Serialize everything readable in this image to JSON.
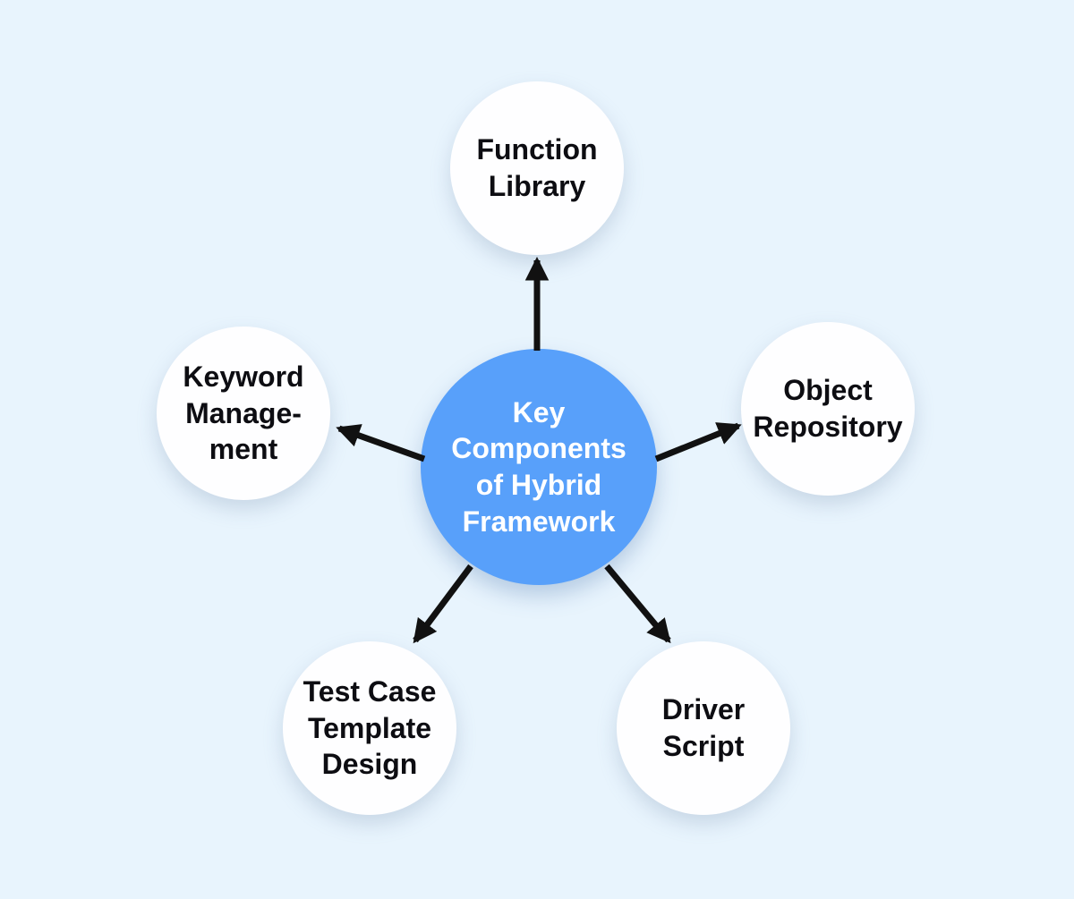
{
  "diagram": {
    "center": {
      "label": "Key\nComponents\nof Hybrid\nFramework"
    },
    "nodes": [
      {
        "id": "function-library",
        "label": "Function\nLibrary"
      },
      {
        "id": "object-repository",
        "label": "Object\nRepository"
      },
      {
        "id": "driver-script",
        "label": "Driver\nScript"
      },
      {
        "id": "test-case-template-design",
        "label": "Test Case\nTemplate\nDesign"
      },
      {
        "id": "keyword-management",
        "label": "Keyword\nManage-\nment"
      }
    ]
  },
  "colors": {
    "background": "#E8F4FD",
    "center_fill": "#58A0FA",
    "node_fill": "#FEFEFF",
    "arrow": "#111111",
    "center_text": "#FFFFFF",
    "node_text": "#0D0D12"
  }
}
